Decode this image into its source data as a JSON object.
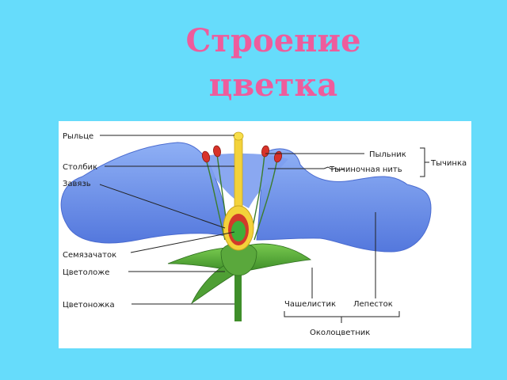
{
  "title": {
    "line1": "Строение",
    "line2": "цветка"
  },
  "diagram": {
    "labels_left": {
      "stigma": "Рыльце",
      "style": "Столбик",
      "ovary": "Завязь",
      "ovule": "Семязачаток",
      "receptacle": "Цветоложе",
      "pedicel": "Цветоножка"
    },
    "labels_right": {
      "anther": "Пыльник",
      "filament": "Тычиночная нить",
      "stamen": "Тычинка"
    },
    "labels_bottom": {
      "sepal": "Чашелистик",
      "petal": "Лепесток",
      "perianth": "Околоцветник"
    },
    "colors": {
      "background": "#66dcfb",
      "title": "#ee5c9c",
      "petal": "#6b8fe8",
      "stem": "#4c9e2f",
      "pistil": "#f3d23a",
      "ovary_inner": "#d23a2a",
      "ovule": "#3fae3a",
      "anther": "#d8322a"
    }
  }
}
